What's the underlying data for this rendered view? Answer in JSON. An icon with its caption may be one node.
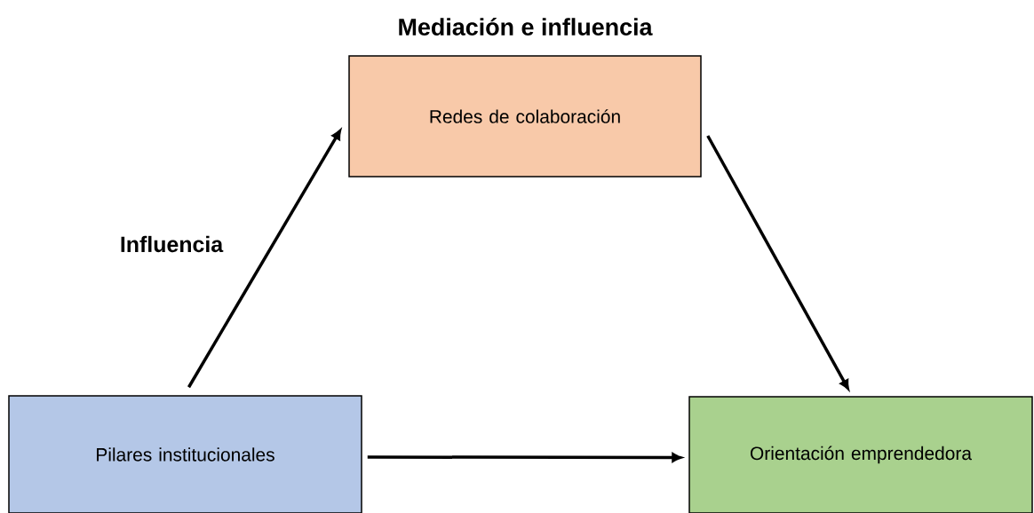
{
  "diagram": {
    "title": "Mediación e influencia",
    "nodes": [
      {
        "text": [
          "Redes de colaboración"
        ]
      },
      {
        "text": [
          "Pilares institucionales"
        ]
      },
      {
        "text": [
          "Orientación emprendedora"
        ]
      }
    ],
    "edges": [
      {
        "from": 1,
        "to": 0,
        "arrow": "to",
        "label": "Influencia"
      },
      {
        "from": 0,
        "to": 2,
        "arrow": "to"
      },
      {
        "from": 1,
        "to": 2,
        "arrow": "to"
      }
    ]
  }
}
